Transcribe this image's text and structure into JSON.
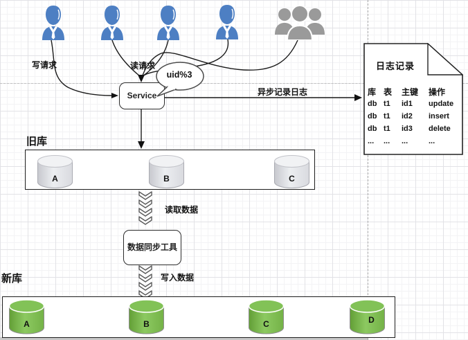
{
  "labels": {
    "write_request": "写请求",
    "read_request": "读请求",
    "async_log": "异步记录日志",
    "read_data": "读取数据",
    "write_data": "写入数据"
  },
  "service": {
    "label": "Service"
  },
  "bubble": {
    "label": "uid%3"
  },
  "sync_tool": {
    "label": "数据同步工具"
  },
  "old_db": {
    "title": "旧库",
    "shards": [
      "A",
      "B",
      "C"
    ]
  },
  "new_db": {
    "title": "新库",
    "shards": [
      "A",
      "B",
      "C",
      "D"
    ]
  },
  "log_document": {
    "title": "日志记录",
    "columns": [
      "库",
      "表",
      "主键",
      "操作"
    ],
    "rows": [
      [
        "db",
        "t1",
        "id1",
        "update"
      ],
      [
        "db",
        "t1",
        "id2",
        "insert"
      ],
      [
        "db",
        "t1",
        "id3",
        "delete"
      ],
      [
        "...",
        "...",
        "...",
        "..."
      ]
    ]
  },
  "icons": {
    "user": "person-icon",
    "group": "users-group-icon"
  },
  "colors": {
    "user_blue": "#4d7fc3",
    "group_gray": "#9a9a9a",
    "old_cylinder_body": "#d9dadf",
    "new_cylinder_body": "#7fbf53",
    "connector": "#1a1a1a"
  }
}
